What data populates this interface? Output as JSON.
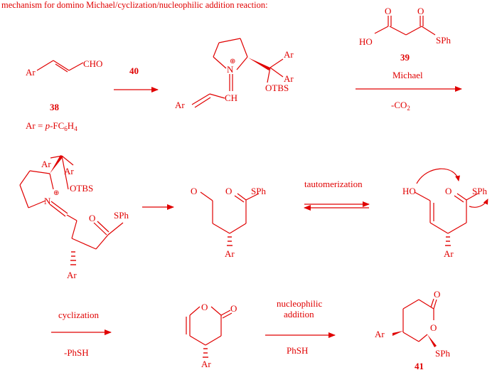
{
  "caption": "mechanism for domino Michael/cyclization/nucleophilic addition reaction:",
  "colors": {
    "ink": "#e00000",
    "background": "#ffffff"
  },
  "labels": {
    "ar": "Ar",
    "cho": "CHO",
    "cmpd38": "38",
    "cmpd39": "39",
    "cmpd40": "40",
    "cmpd41": "41",
    "ar_def_prefix": "Ar = ",
    "ar_def_p": "p",
    "ar_def_rest": "-FC",
    "ar_def_sub6": "6",
    "ar_def_h": "H",
    "ar_def_sub4": "4",
    "n": "N",
    "plus": "⊕",
    "ch": "CH",
    "otbs": "OTBS",
    "ho": "HO",
    "o": "O",
    "sph": "SPh",
    "sph_cut": "SPh"
  },
  "steps": {
    "michael": "Michael",
    "minus_co2_prefix": "-CO",
    "minus_co2_sub": "2",
    "tautomerization": "tautomerization",
    "cyclization": "cyclization",
    "minus_phsh": "-PhSH",
    "nucleophilic": "nucleophilic",
    "addition": "addition",
    "phsh": "PhSH"
  }
}
